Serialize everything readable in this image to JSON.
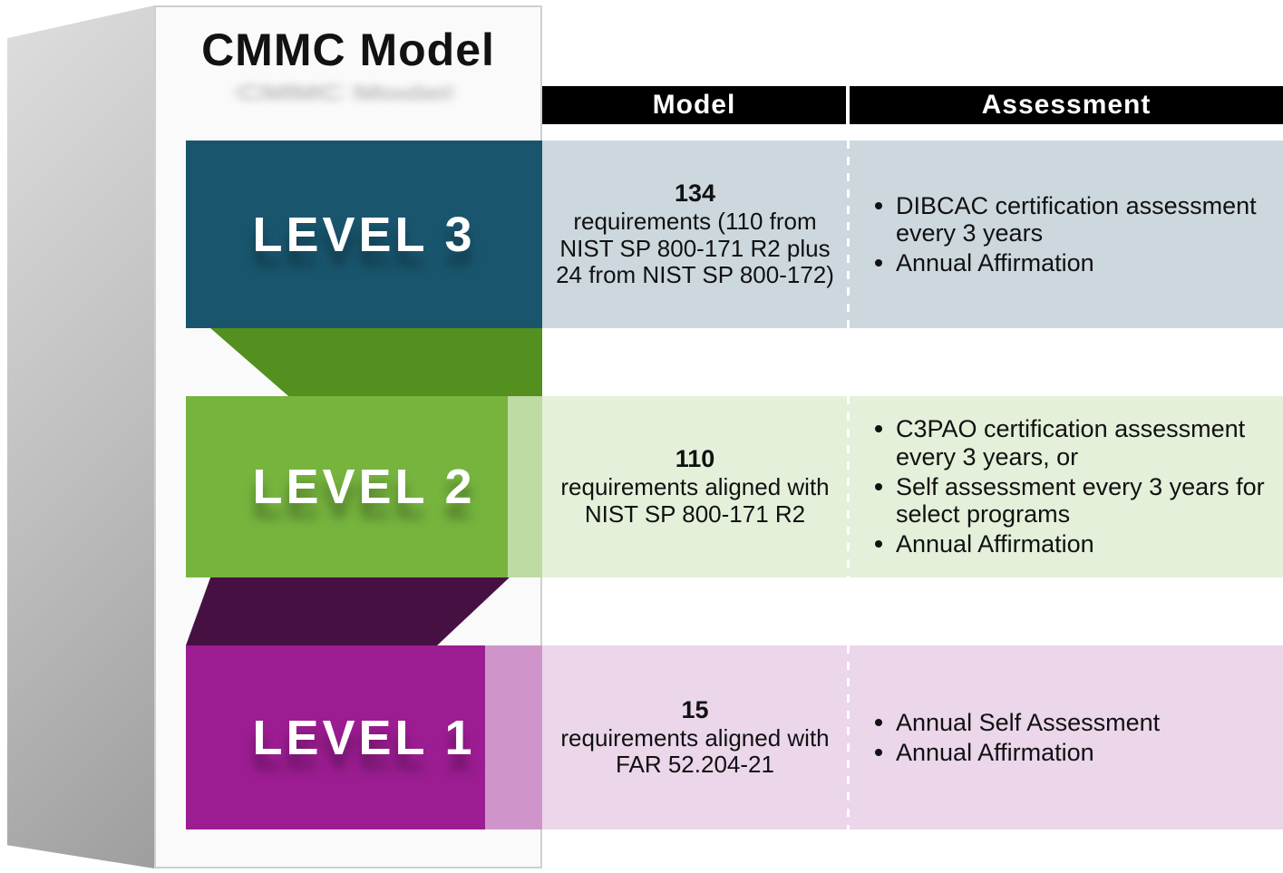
{
  "title": "CMMC Model",
  "headers": {
    "model": "Model",
    "assessment": "Assessment"
  },
  "levels": [
    {
      "name": "LEVEL 3",
      "model_number": "134",
      "model_text": "requirements (110 from NIST SP 800-171 R2 plus 24 from NIST SP 800-172)",
      "assessment": [
        "DIBCAC certification assessment every 3 years",
        "Annual Affirmation"
      ]
    },
    {
      "name": "LEVEL 2",
      "model_number": "110",
      "model_text": "requirements aligned with NIST SP 800-171 R2",
      "assessment": [
        "C3PAO certification assessment every 3 years, or",
        "Self assessment every 3 years for select programs",
        "Annual Affirmation"
      ]
    },
    {
      "name": "LEVEL 1",
      "model_number": "15",
      "model_text": "requirements aligned with FAR 52.204-21",
      "assessment": [
        "Annual Self Assessment",
        "Annual Affirmation"
      ]
    }
  ],
  "colors": {
    "header_bg": "#000000",
    "level3_banner": "#19566e",
    "level3_row": "#ccd8de",
    "level2_banner": "#76b43e",
    "level2_row": "#e4f0da",
    "level2_fold": "#539020",
    "level1_banner": "#9c1d92",
    "level1_row": "#ebd6ea",
    "level1_fold": "#471043"
  }
}
